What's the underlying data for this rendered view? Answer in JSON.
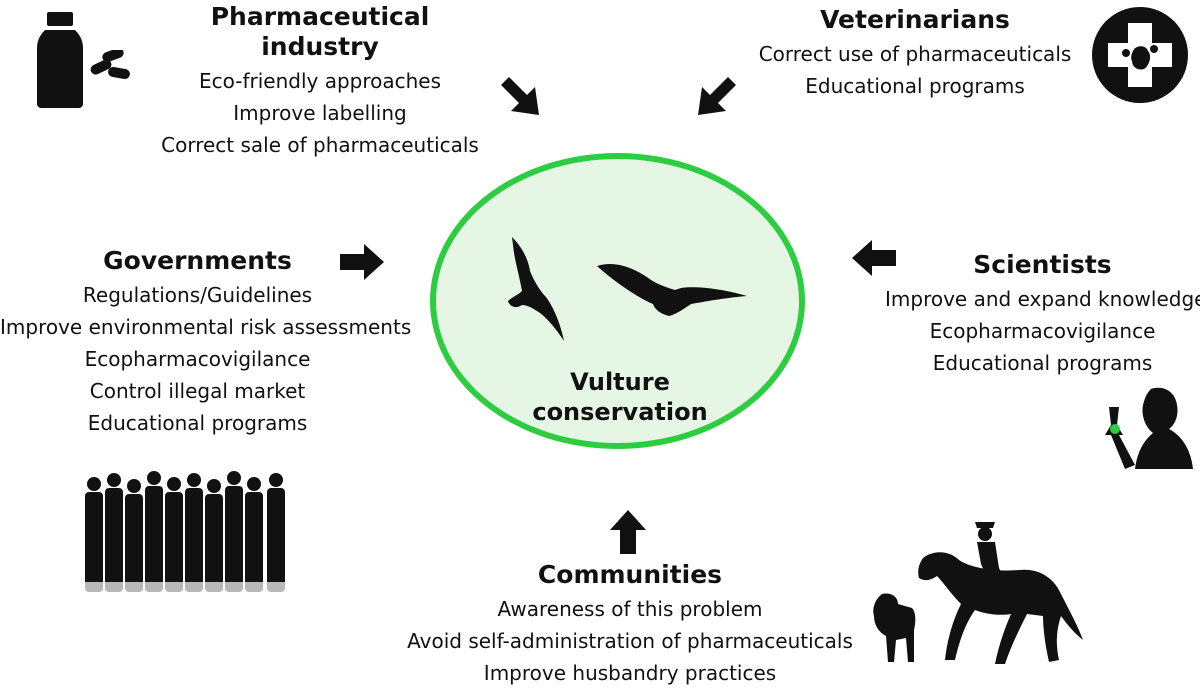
{
  "center": {
    "title_line1": "Vulture",
    "title_line2": "conservation"
  },
  "groups": {
    "pharma": {
      "title": "Pharmaceutical industry",
      "items": [
        "Eco-friendly approaches",
        "Improve labelling",
        "Correct sale of pharmaceuticals"
      ]
    },
    "vets": {
      "title": "Veterinarians",
      "items": [
        "Correct use of pharmaceuticals",
        "Educational programs"
      ]
    },
    "gov": {
      "title": "Governments",
      "items": [
        "Regulations/Guidelines",
        "Improve environmental risk assessments",
        "Ecopharmacovigilance",
        "Control illegal market",
        "Educational programs"
      ]
    },
    "sci": {
      "title": "Scientists",
      "items": [
        "Improve and expand knowledge",
        "Ecopharmacovigilance",
        "Educational programs"
      ]
    },
    "comm": {
      "title": "Communities",
      "items": [
        "Awareness of this problem",
        "Avoid self-administration of pharmaceuticals",
        "Improve husbandry practices"
      ]
    }
  },
  "colors": {
    "ellipse_fill": "#e5f6e5",
    "ellipse_border": "#2ecc40",
    "ink": "#111111",
    "flask_liquid": "#2ecc40"
  },
  "icons": [
    "medicine-bottle-icon",
    "pills-icon",
    "veterinary-cross-icon",
    "vulture-perched-icon",
    "vulture-flying-icon",
    "crowd-people-icon",
    "scientist-flask-icon",
    "horse-rider-icon",
    "calf-icon",
    "arrow-icon"
  ]
}
